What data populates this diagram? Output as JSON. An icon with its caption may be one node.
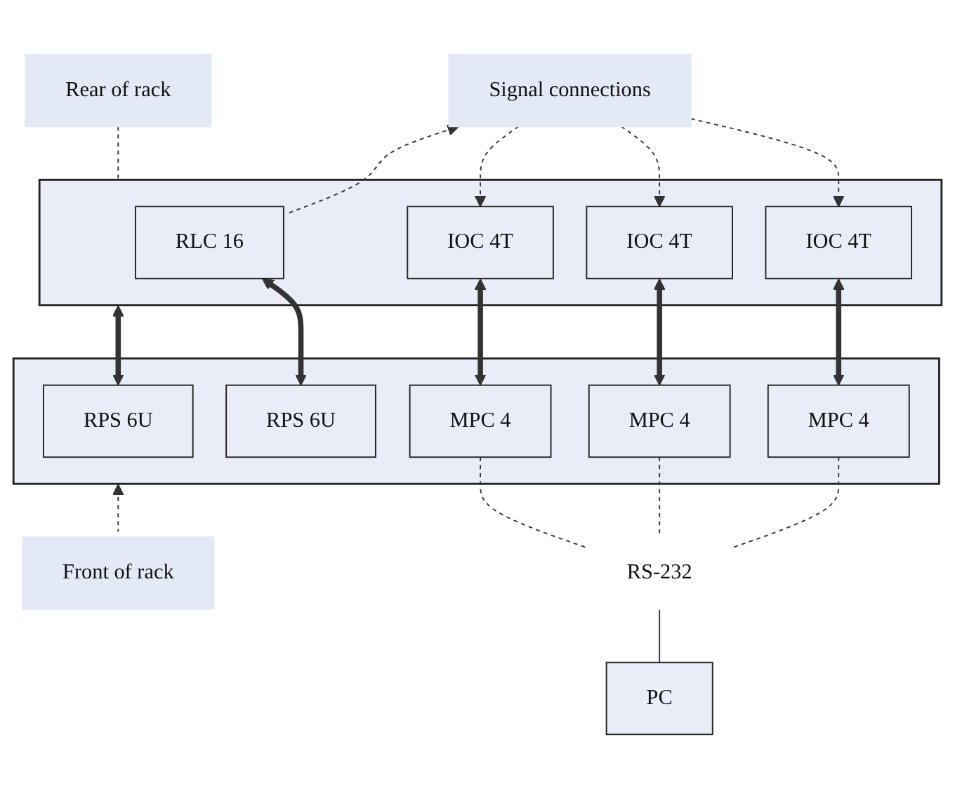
{
  "diagram": {
    "nodes": [
      {
        "text": [
          "Signal connections"
        ]
      },
      {
        "text": [
          "Rear of rack"
        ]
      },
      {
        "text": [],
        "shape": "box"
      },
      {
        "text": [
          "IOC 4T"
        ],
        "in": 2
      },
      {
        "text": [
          "IOC 4T"
        ],
        "in": 2
      },
      {
        "text": [
          "IOC 4T"
        ],
        "in": 2
      },
      {
        "text": [
          "RLC 16"
        ],
        "in": 2
      },
      {
        "text": [],
        "shape": "box"
      },
      {
        "text": [
          "MPC 4"
        ],
        "in": 7
      },
      {
        "text": [
          "MPC 4"
        ],
        "in": 7
      },
      {
        "text": [
          "MPC 4"
        ],
        "in": 7
      },
      {
        "text": [
          "RPS 6U"
        ],
        "in": 7
      },
      {
        "text": [
          "RPS 6U"
        ],
        "in": 7
      },
      {
        "text": [
          "Front of rack"
        ]
      },
      {
        "text": [
          "RS-232"
        ]
      },
      {
        "text": [
          "PC"
        ]
      }
    ],
    "edges": [
      {
        "from": 0,
        "to": 3,
        "arrow": "to",
        "style": "dashed"
      },
      {
        "from": 0,
        "to": 4,
        "arrow": "to",
        "style": "dashed"
      },
      {
        "from": 0,
        "to": 5,
        "arrow": "to",
        "style": "dashed"
      },
      {
        "from": 6,
        "to": 0,
        "arrow": "to",
        "style": "dashed"
      },
      {
        "from": 1,
        "to": 2,
        "arrow": "none",
        "style": "dashed"
      },
      {
        "from": 3,
        "to": 8,
        "arrow": "both",
        "style": "thick"
      },
      {
        "from": 4,
        "to": 9,
        "arrow": "both",
        "style": "thick"
      },
      {
        "from": 5,
        "to": 10,
        "arrow": "both",
        "style": "thick"
      },
      {
        "from": 6,
        "to": 11,
        "arrow": "both",
        "style": "thick"
      },
      {
        "from": 12,
        "to": 2,
        "arrow": "both",
        "style": "thick"
      },
      {
        "from": 13,
        "to": 7,
        "arrow": "to",
        "style": "dashed"
      },
      {
        "from": 8,
        "to": 14,
        "arrow": "none",
        "style": "dashed"
      },
      {
        "from": 9,
        "to": 14,
        "arrow": "none",
        "style": "dashed"
      },
      {
        "from": 10,
        "to": 14,
        "arrow": "none",
        "style": "dashed"
      },
      {
        "from": 14,
        "to": 15,
        "arrow": "none"
      }
    ]
  }
}
